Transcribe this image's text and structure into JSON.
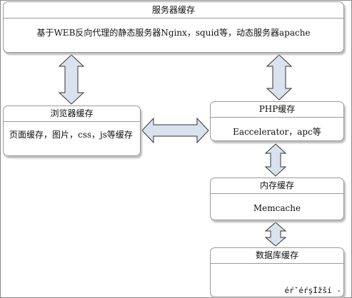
{
  "diagram": {
    "server_cache": {
      "title": "服务器缓存",
      "text": "基于WEB反向代理的静态服务器Nginx，squid等，动态服务器apache"
    },
    "browser_cache": {
      "title": "浏览器缓存",
      "text": "页面缓存，图片，css，js等缓存"
    },
    "php_cache": {
      "title": "PHP缓存",
      "text": "Eaccelerator，apc等"
    },
    "memory_cache": {
      "title": "内存缓存",
      "text": "Memcache"
    },
    "database_cache": {
      "title": "数据库缓存"
    },
    "arrow_fill": "#d9e2ee",
    "arrow_stroke": "#333333"
  },
  "footer": {
    "caption": "éŕˇéŕşÍžší -"
  }
}
